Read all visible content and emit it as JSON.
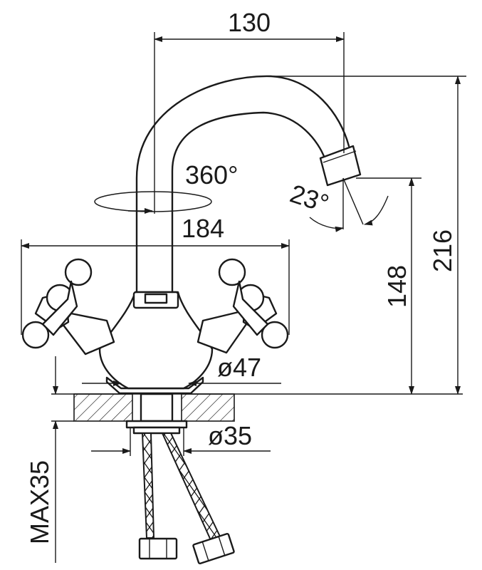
{
  "dimensions": {
    "spout_reach": "130",
    "rotation": "360°",
    "spout_angle": "23°",
    "handle_span": "184",
    "spout_height": "148",
    "total_height": "216",
    "base_diameter": "ø47",
    "mount_hole_diameter": "ø35",
    "max_counter_thickness": "MAX35"
  },
  "colors": {
    "line": "#1a1a1a",
    "background": "#ffffff"
  },
  "icons": [
    "lever-handle-icon",
    "arrow-icon"
  ]
}
